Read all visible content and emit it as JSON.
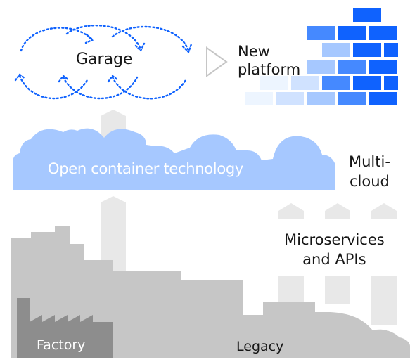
{
  "labels": {
    "garage": "Garage",
    "new_platform_line1": "New",
    "new_platform_line2": "platform",
    "open_container": "Open container technology",
    "multicloud_line1": "Multi-",
    "multicloud_line2": "cloud",
    "microservices_line1": "Microservices",
    "microservices_line2": "and APIs",
    "factory": "Factory",
    "legacy": "Legacy"
  },
  "colors": {
    "cloud": "#a6c8ff",
    "building": "#c6c6c6",
    "factory": "#8d8d8d",
    "pillar": "#e8e8e8",
    "arrow_dots": "#0f62fe",
    "brick_dark": "#0f62fe",
    "brick_mid": "#4589ff",
    "brick_light": "#a6c8ff",
    "brick_pale": "#edf5ff",
    "chevron": "#c6c6c6"
  },
  "icons": {
    "garage_cycle": "dotted-circular-arrows-icon",
    "arrow": "chevron-right-icon"
  }
}
